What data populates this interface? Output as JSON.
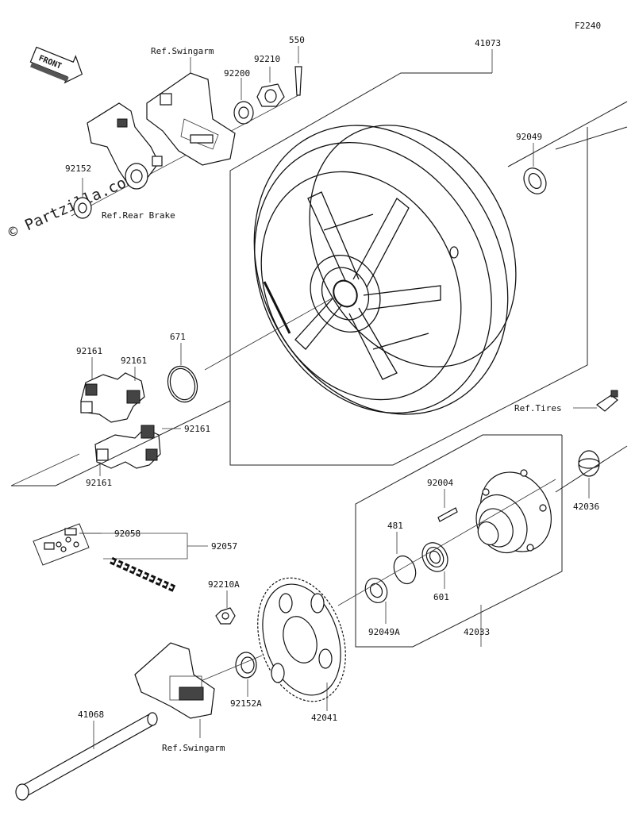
{
  "figure_code": "F2240",
  "watermark": "© Partzilla.com",
  "front_label": "FRONT",
  "labels": {
    "p550": "550",
    "p41073": "41073",
    "ref_swingarm_top": "Ref.Swingarm",
    "p92210": "92210",
    "p92200": "92200",
    "p92049": "92049",
    "p92152": "92152",
    "ref_rear_brake": "Ref.Rear Brake",
    "p671": "671",
    "p92161_a": "92161",
    "p92161_b": "92161",
    "p92161_c": "92161",
    "p92161_d": "92161",
    "ref_tires": "Ref.Tires",
    "p92004": "92004",
    "p42036": "42036",
    "p481": "481",
    "p92058": "92058",
    "p92057": "92057",
    "p601": "601",
    "p92210a": "92210A",
    "p92049a": "92049A",
    "p42033": "42033",
    "p92152a": "92152A",
    "p42041": "42041",
    "p41068": "41068",
    "ref_swingarm_bottom": "Ref.Swingarm"
  }
}
